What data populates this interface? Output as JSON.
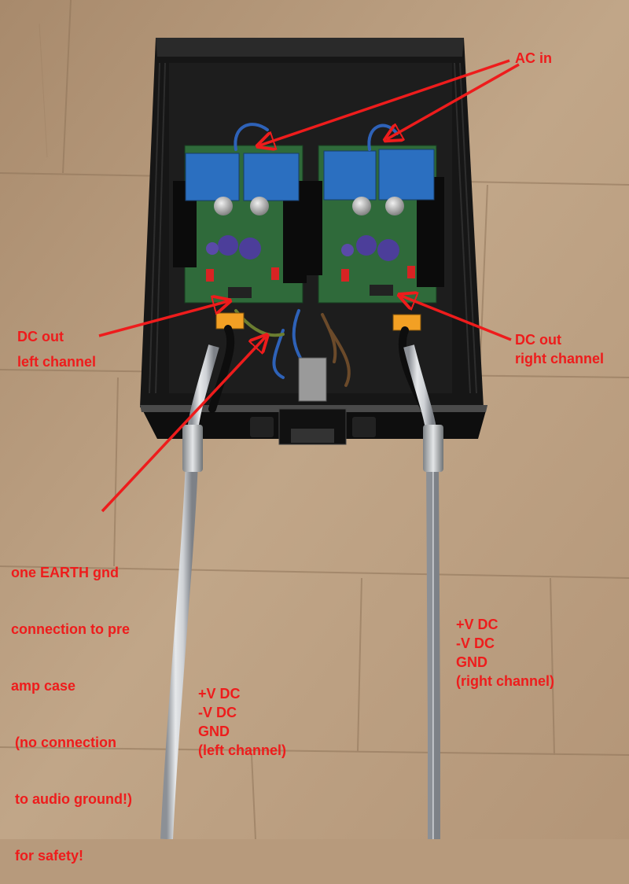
{
  "colors": {
    "annotation": "#ee1c1c",
    "floor": "#b79a7c",
    "case": "#1a1a1a",
    "pcb": "#2f6a3a",
    "transformer": "#2b6fc0",
    "cable": "#c9ccd0"
  },
  "annotations": {
    "ac_in": "AC in",
    "dc_out_left": [
      "DC out",
      "left channel"
    ],
    "dc_out_right": [
      "DC out",
      "right channel"
    ],
    "earth": [
      "one EARTH gnd",
      "connection to pre",
      "amp case",
      " (no connection",
      " to audio ground!)",
      " for safety!"
    ],
    "cable_left": [
      "+V DC",
      "-V DC",
      "GND",
      "(left channel)"
    ],
    "cable_right": [
      "+V DC",
      "-V DC",
      "GND",
      "(right channel)"
    ]
  }
}
